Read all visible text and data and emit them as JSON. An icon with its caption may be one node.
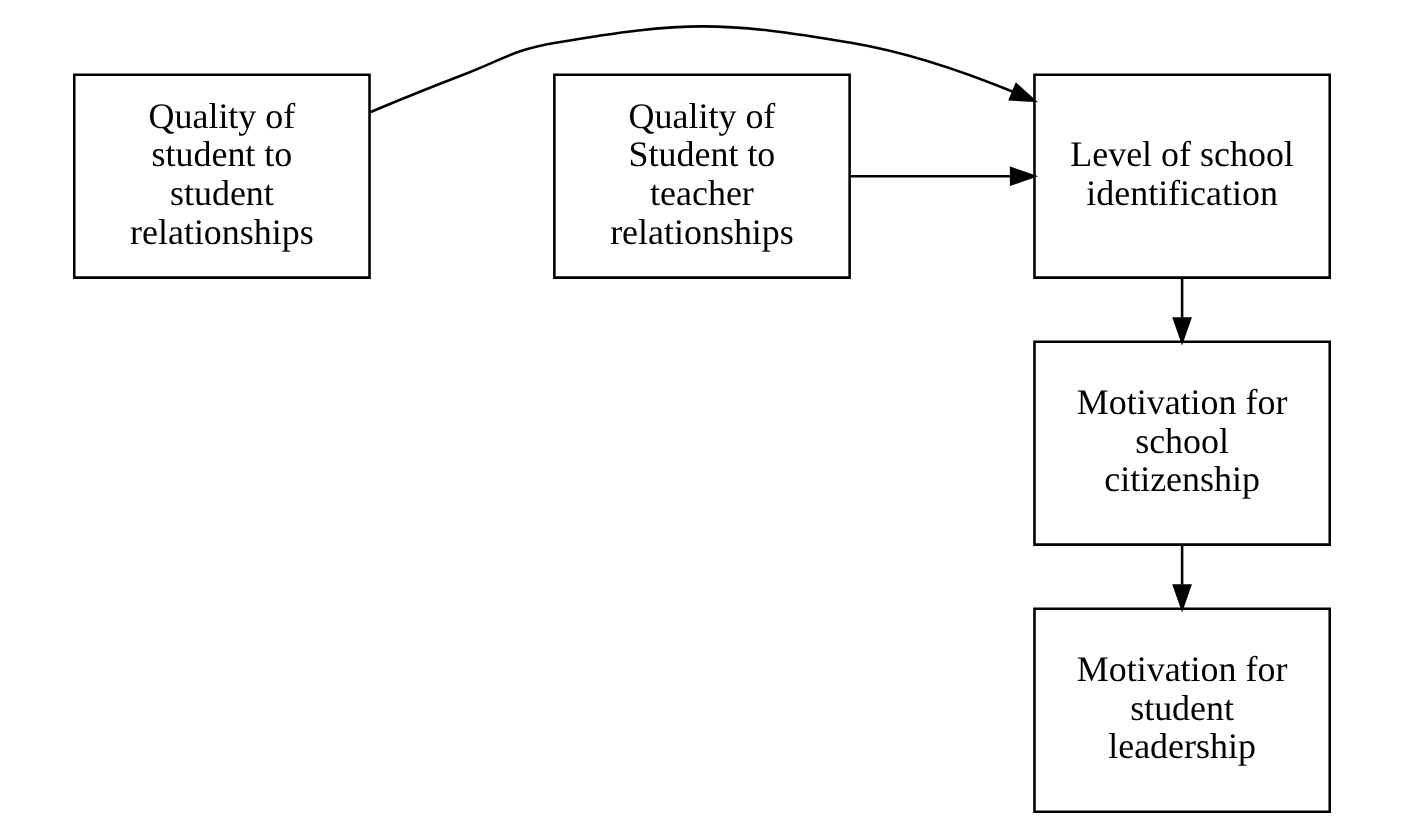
{
  "diagram": {
    "nodes": [
      {
        "text": [
          "Quality of student to student relationships"
        ]
      },
      {
        "text": [
          "Level of school identification"
        ]
      },
      {
        "text": [
          "Quality of Student to teacher relationships"
        ]
      },
      {
        "text": [
          "Motivation for school citizenship"
        ]
      },
      {
        "text": [
          "Motivation for student leadership"
        ]
      }
    ],
    "edges": [
      {
        "from": 0,
        "to": 1,
        "arrow": "to"
      },
      {
        "from": 2,
        "to": 1,
        "arrow": "to"
      },
      {
        "from": 1,
        "to": 3,
        "arrow": "to"
      },
      {
        "from": 3,
        "to": 4,
        "arrow": "to"
      }
    ]
  }
}
